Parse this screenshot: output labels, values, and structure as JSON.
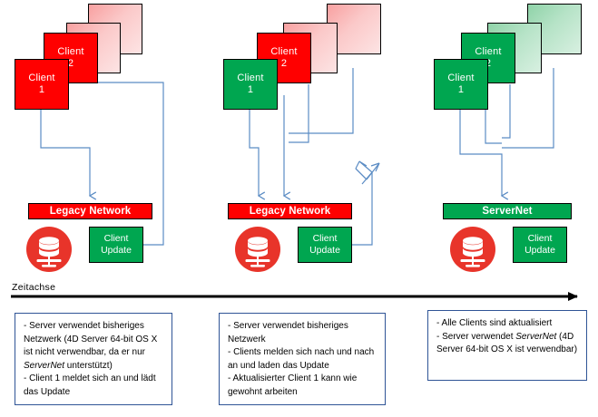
{
  "diagram": {
    "title_axis": "Zeitachse",
    "colors": {
      "client_active_red": "#ff0000",
      "client_active_green": "#00a650",
      "client_ghost_red": "#f8a0a0",
      "client_ghost_green": "#8fd3a8",
      "network_legacy": "#ff0000",
      "network_servernet": "#00a650",
      "update_box": "#00a650",
      "connector_line": "#5b8cc4",
      "note_border": "#2f5496",
      "database_disc": "#e8342a"
    },
    "columns": [
      {
        "id": "phase-1",
        "clients": [
          {
            "label_line1": "Client",
            "label_line2": "1",
            "state": "red"
          },
          {
            "label_line1": "Client",
            "label_line2": "2",
            "state": "red"
          },
          {
            "label_line1": "",
            "label_line2": "",
            "state": "ghost-red"
          },
          {
            "label_line1": "",
            "label_line2": "",
            "state": "ghost-red"
          }
        ],
        "network": {
          "label": "Legacy Network",
          "state": "legacy"
        },
        "update": {
          "line1": "Client",
          "line2": "Update"
        },
        "note": {
          "lines": [
            "- Server verwendet bisheriges Netzwerk (4D Server 64-bit OS X ist nicht verwendbar, da er nur ",
            "ServerNet",
            " unterstützt)",
            "- Client 1 meldet sich an und lädt das Update"
          ]
        }
      },
      {
        "id": "phase-2",
        "clients": [
          {
            "label_line1": "Client",
            "label_line2": "1",
            "state": "green"
          },
          {
            "label_line1": "Client",
            "label_line2": "2",
            "state": "red"
          },
          {
            "label_line1": "",
            "label_line2": "",
            "state": "ghost-red"
          },
          {
            "label_line1": "",
            "label_line2": "",
            "state": "ghost-red"
          }
        ],
        "network": {
          "label": "Legacy Network",
          "state": "legacy"
        },
        "update": {
          "line1": "Client",
          "line2": "Update"
        },
        "note": {
          "lines": [
            "- Server verwendet bisheriges Netzwerk",
            "- Clients melden sich nach und nach an und laden das Update",
            "- Aktualisierter Client 1 kann wie gewohnt arbeiten"
          ]
        }
      },
      {
        "id": "phase-3",
        "clients": [
          {
            "label_line1": "Client",
            "label_line2": "1",
            "state": "green"
          },
          {
            "label_line1": "Client",
            "label_line2": "2",
            "state": "green"
          },
          {
            "label_line1": "",
            "label_line2": "",
            "state": "ghost-green"
          },
          {
            "label_line1": "",
            "label_line2": "",
            "state": "ghost-green"
          }
        ],
        "network": {
          "label": "ServerNet",
          "state": "servernet"
        },
        "update": {
          "line1": "Client",
          "line2": "Update"
        },
        "note": {
          "lines": [
            "- Alle Clients sind aktualisiert",
            "- Server verwendet ",
            "ServerNet",
            " (4D Server 64-bit OS X ist verwendbar)"
          ]
        }
      }
    ]
  }
}
